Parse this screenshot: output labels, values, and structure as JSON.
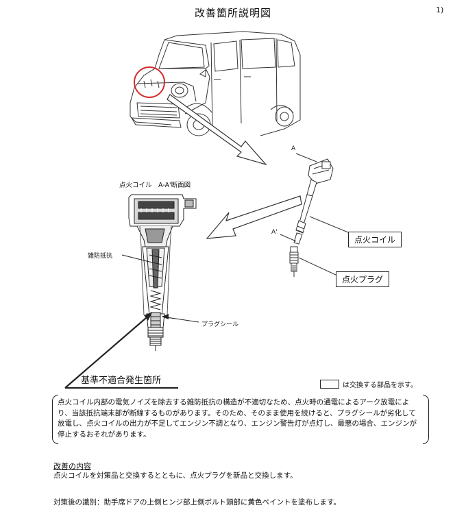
{
  "title": "改善箇所説明図",
  "page_number": "1)",
  "section_view_label": "点火コイル　A-A'断面図",
  "label_a": "A",
  "label_a_prime": "A'",
  "parts": {
    "ignition_coil": "点火コイル",
    "spark_plug": "点火プラグ",
    "noise_resistor": "雑防抵抗",
    "plug_seal": "プラグシール"
  },
  "defect_location": "基準不適合発生箇所",
  "legend_text": "は交換する部品を示す。",
  "description": "点火コイル内部の電気ノイズを除去する雑防抵抗の構造が不適切なため、点火時の通電によるアーク放電により、当該抵抗端末部が断線するものがあります。そのため、そのまま使用を続けると、プラグシールが劣化して放電し、点火コイルの出力が不足してエンジン不調となり、エンジン警告灯が点灯し、最悪の場合、エンジンが停止するおそれがあります。",
  "improvement_heading": "改善の内容",
  "improvement_body": "点火コイルを対策品と交換するとともに、点火プラグを新品と交換します。",
  "identification": "対策後の識別：助手席ドアの上側ヒンジ部上側ボルト頭部に黄色ペイントを塗布します。",
  "colors": {
    "highlight_circle": "#d62b2b",
    "line": "#222222"
  }
}
